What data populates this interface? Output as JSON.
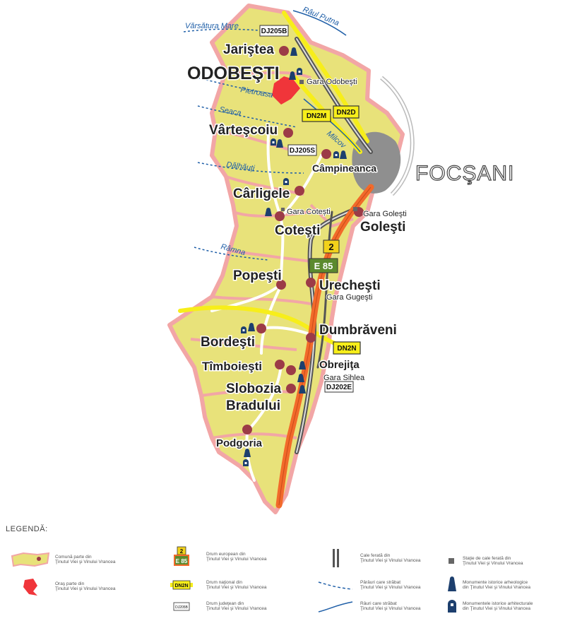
{
  "map": {
    "city": "FOCŞANI",
    "town": "ODOBEŞTI",
    "communes": [
      "Jariştea",
      "Vârteşcoiu",
      "Câmpineanca",
      "Cârligele",
      "Coteşti",
      "Goleşti",
      "Popeşti",
      "Urecheşti",
      "Dumbrăveni",
      "Bordeşti",
      "Tîmboieşti",
      "Obrejiţa",
      "Slobozia",
      "Bradului",
      "Podgoria"
    ],
    "stations": [
      "Gara Odobeşti",
      "Gara Goleşti",
      "Gara Cotești",
      "Gara Gugeşti",
      "Gara Sihlea"
    ],
    "rivers": [
      "Vărsătura Mare",
      "Râul Putna",
      "Pietroasa",
      "Seaca",
      "Milcov",
      "Dălhăuţi",
      "Râmna"
    ],
    "road_tags": [
      "DJ205B",
      "DN2M",
      "DN2D",
      "DJ205S",
      "2",
      "E 85",
      "DN2N",
      "DJ202E"
    ],
    "colors": {
      "commune": "#e8e27a",
      "commune_border": "#f2a6a6",
      "town": "#f0353a",
      "european_road": "#f26a2a",
      "national_road": "#f7ee1a",
      "railway": "#555555",
      "city": "#8f8f8f",
      "monument": "#1d3f6e",
      "commune_dot": "#9c3b47",
      "river": "#1f5fa8"
    }
  },
  "legend": {
    "title": "LEGENDĂ:",
    "items": [
      {
        "text": "Comună parte din\nŢinutul Viei şi Vinului Vrancea",
        "icon": "commune-area-icon"
      },
      {
        "text": "Oraş parte din\nŢinutul Viei şi Vinului Vrancea",
        "icon": "town-area-icon"
      },
      {
        "text": "Drum european din\nŢinutul Viei şi Vinului Vrancea",
        "icon": "european-road-icon",
        "sym1": "2",
        "sym2": "E 85"
      },
      {
        "text": "Drum naţional din\nŢinutul Viei şi Vinului Vrancea",
        "icon": "national-road-icon",
        "sym": "DN2N"
      },
      {
        "text": "Drum judeţean din\nŢinutul Viei şi Vinului Vrancea",
        "icon": "county-road-icon",
        "sym": "DJ205B"
      },
      {
        "text": "Cale ferată din\nŢinutul Viei şi Vinului Vrancea",
        "icon": "railway-icon"
      },
      {
        "text": "Pârâuri care străbat\nŢinutul Viei şi Vinului Vrancea",
        "icon": "stream-icon"
      },
      {
        "text": "Râuri care străbat\nŢinutul Viei şi Vinului Vrancea",
        "icon": "river-icon"
      },
      {
        "text": "Staţie de cale ferată din\nŢinutul Viei şi Vinului Vrancea",
        "icon": "railway-station-icon"
      },
      {
        "text": "Monumente istorice arheologice\ndin Ţinutul Viei şi Vinului Vrancea",
        "icon": "archaeological-monument-icon"
      },
      {
        "text": "Monumentele istorice arhitecturale\ndin Ţinutul Viei şi Vinului Vrancea",
        "icon": "architectural-monument-icon"
      }
    ]
  }
}
